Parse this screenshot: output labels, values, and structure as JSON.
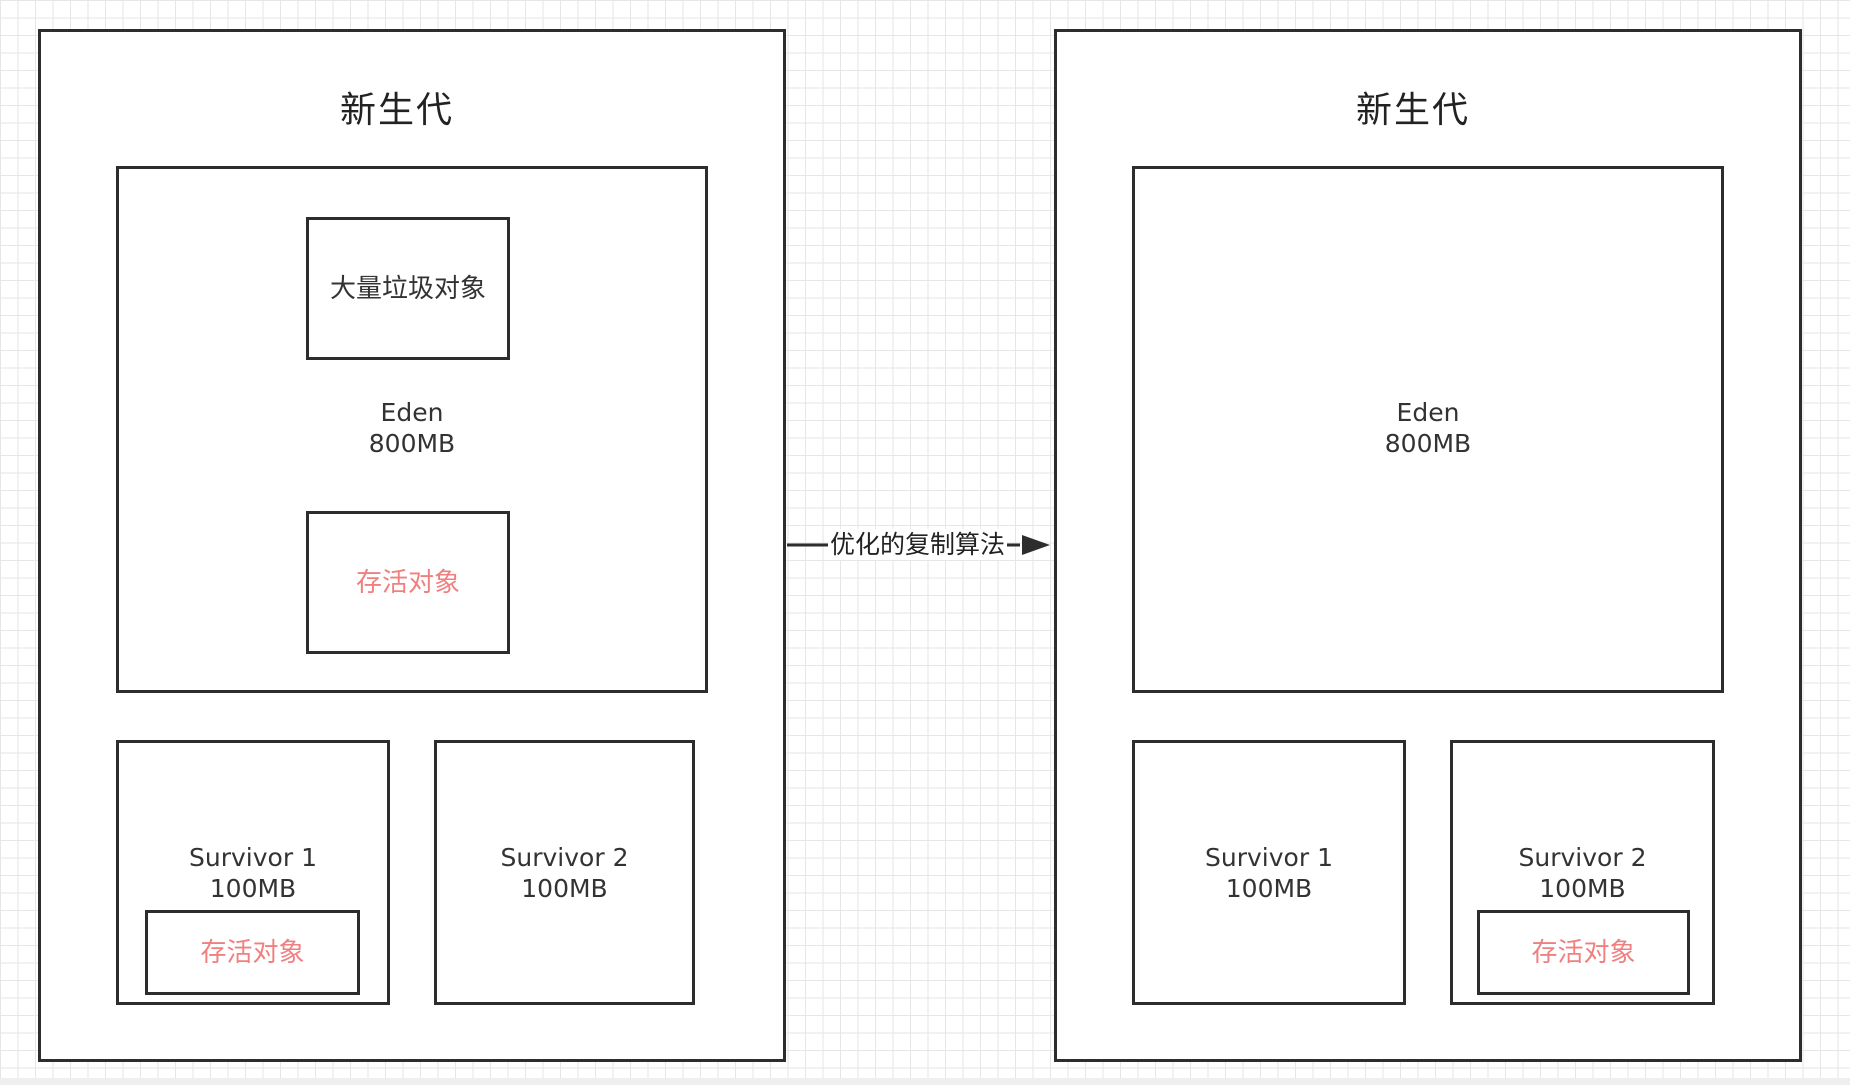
{
  "diagram": {
    "left": {
      "title": "新生代",
      "eden": {
        "name": "Eden",
        "size": "800MB"
      },
      "garbage_label": "大量垃圾对象",
      "eden_alive_label": "存活对象",
      "survivor1": {
        "name": "Survivor 1",
        "size": "100MB"
      },
      "survivor1_alive_label": "存活对象",
      "survivor2": {
        "name": "Survivor 2",
        "size": "100MB"
      }
    },
    "arrow": {
      "label": "优化的复制算法"
    },
    "right": {
      "title": "新生代",
      "eden": {
        "name": "Eden",
        "size": "800MB"
      },
      "survivor1": {
        "name": "Survivor 1",
        "size": "100MB"
      },
      "survivor2": {
        "name": "Survivor 2",
        "size": "100MB"
      },
      "survivor2_alive_label": "存活对象"
    },
    "colors": {
      "stroke": "#2d2d2d",
      "alive_text": "#f08080",
      "grid": "#e6e6e6"
    }
  }
}
